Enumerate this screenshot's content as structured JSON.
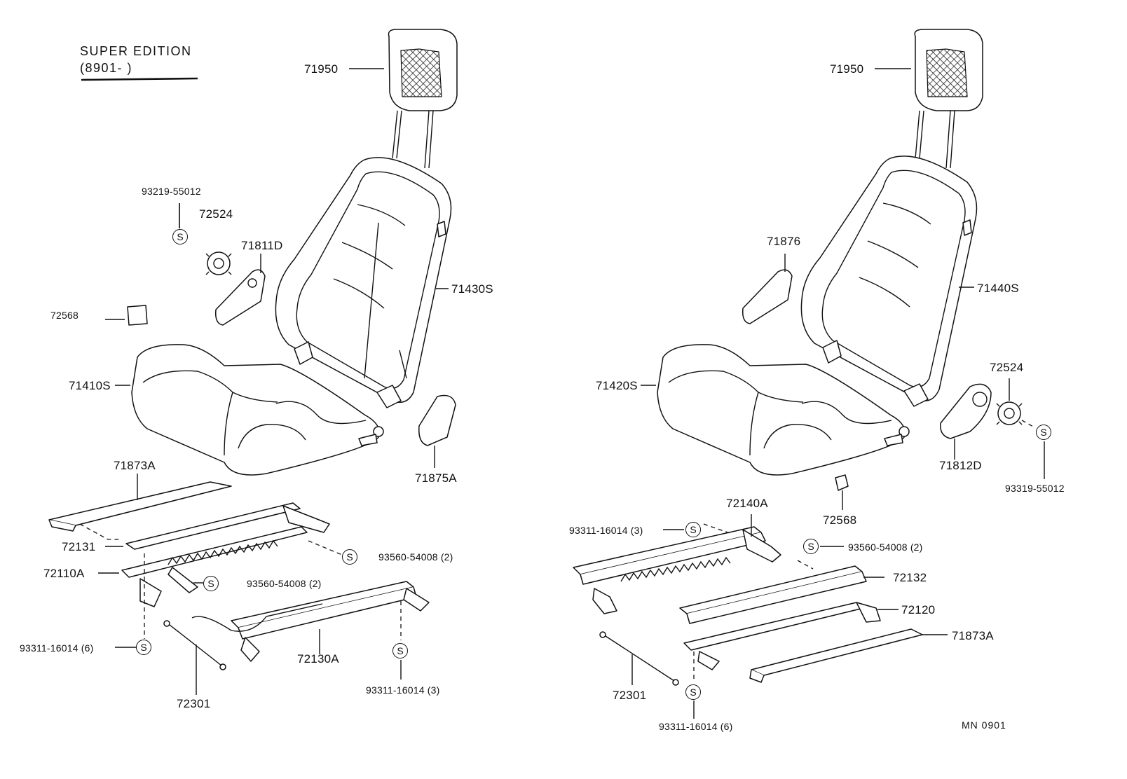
{
  "header": {
    "edition": "SUPER  EDITION",
    "period": "(8901-        )"
  },
  "code": "MN  0901",
  "badge": "S",
  "left": {
    "headrest": "71950",
    "bolt_spec": "93219-55012",
    "knob": "72524",
    "cover_upper": "71811D",
    "seatback": "71430S",
    "cap": "72568",
    "cushion": "71410S",
    "cover_lower": "71875A",
    "rail_cover": "71873A",
    "adjuster_upper": "72131",
    "adjuster_lower": "72110A",
    "bolt_a": "93560-54008 (2)",
    "bolt_b": "93560-54008 (2)",
    "bolt_c": "93311-16014 (6)",
    "adjuster_outer": "72130A",
    "bolt_d": "93311-16014 (3)",
    "cable": "72301"
  },
  "right": {
    "headrest": "71950",
    "cover_upper": "71876",
    "seatback": "71440S",
    "knob": "72524",
    "cushion": "71420S",
    "cover_lower": "71812D",
    "bolt_spec": "93319-55012",
    "adjuster_inner": "72140A",
    "cap": "72568",
    "bolt_a": "93311-16014 (3)",
    "bolt_b": "93560-54008 (2)",
    "adjuster_upper": "72132",
    "adjuster_lower": "72120",
    "rail_cover": "71873A",
    "cable": "72301",
    "bolt_c": "93311-16014 (6)"
  }
}
